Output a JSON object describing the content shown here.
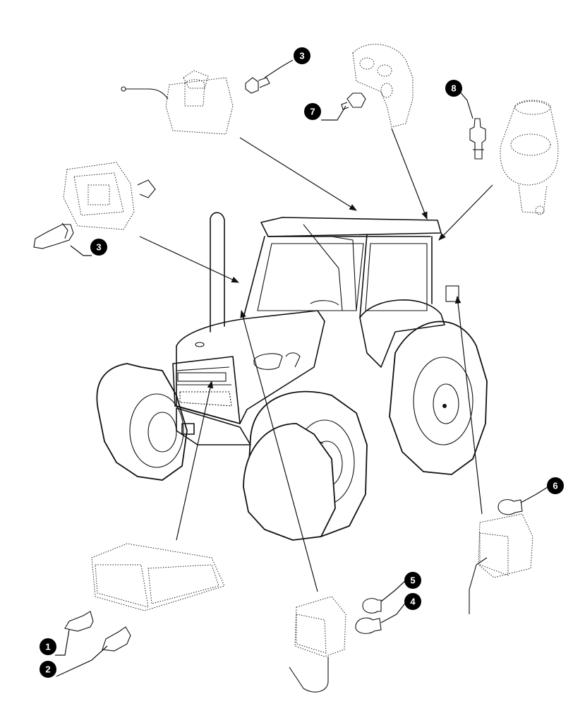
{
  "callouts": [
    {
      "id": "1",
      "label": "1"
    },
    {
      "id": "2",
      "label": "2"
    },
    {
      "id": "3a",
      "label": "3"
    },
    {
      "id": "3b",
      "label": "3"
    },
    {
      "id": "4",
      "label": "4"
    },
    {
      "id": "5",
      "label": "5"
    },
    {
      "id": "6",
      "label": "6"
    },
    {
      "id": "7",
      "label": "7"
    },
    {
      "id": "8",
      "label": "8"
    }
  ]
}
